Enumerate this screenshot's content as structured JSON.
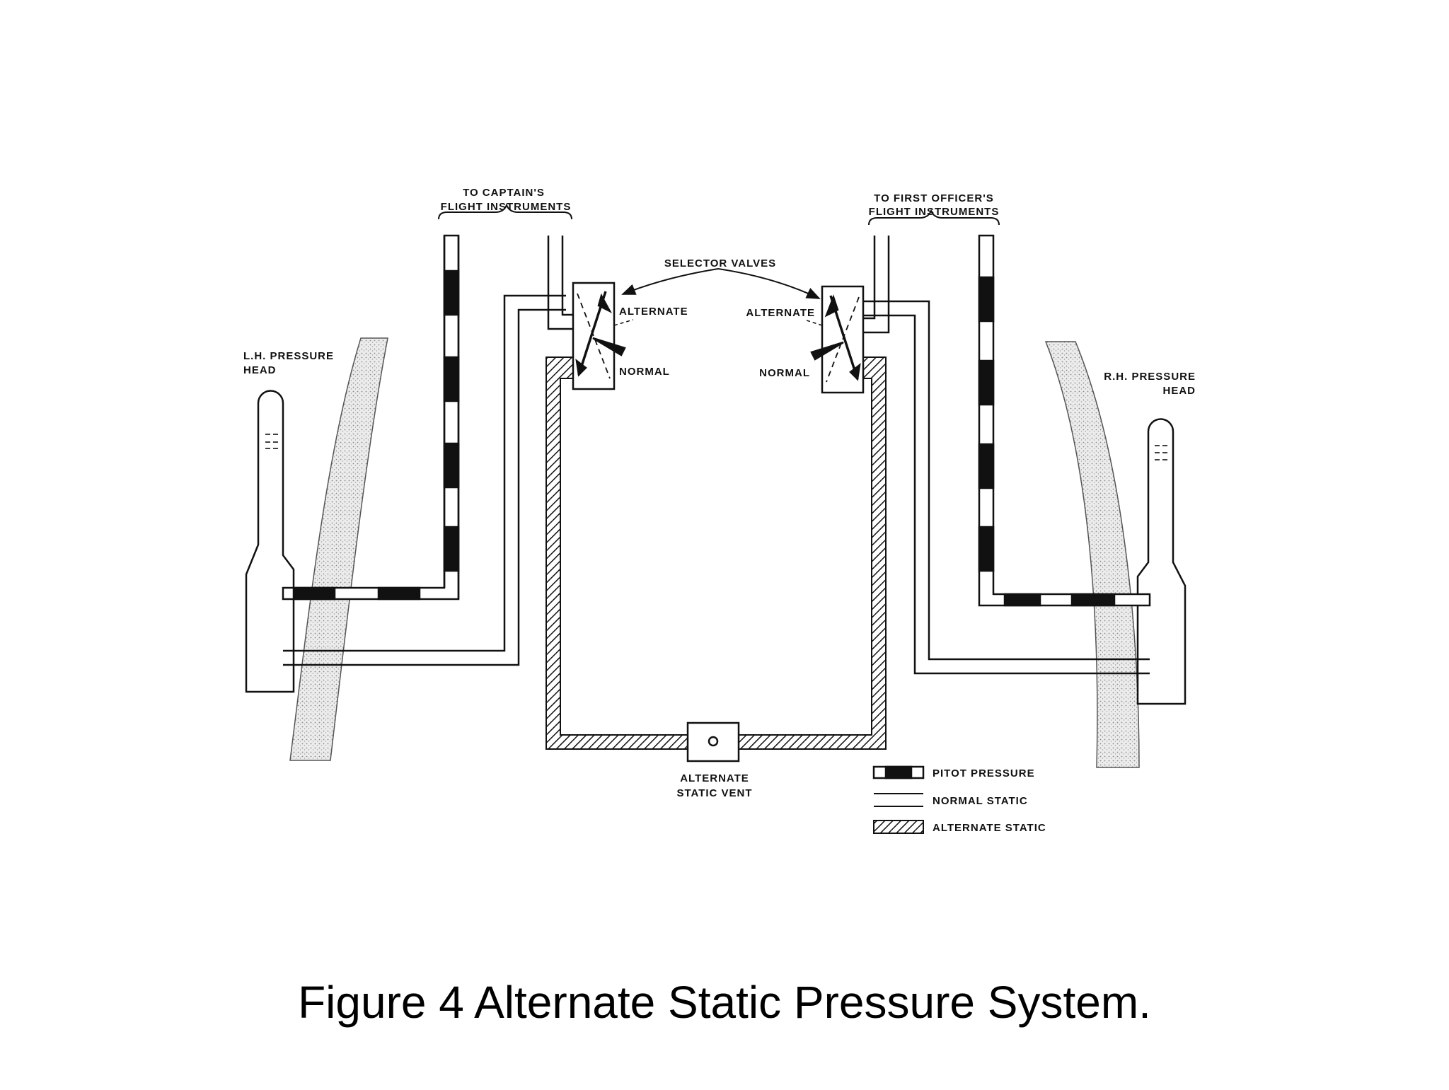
{
  "labels": {
    "captain_top": "TO CAPTAIN'S",
    "captain_bottom": "FLIGHT INSTRUMENTS",
    "fo_top": "TO FIRST OFFICER'S",
    "fo_bottom": "FLIGHT INSTRUMENTS",
    "selector_valves": "SELECTOR VALVES",
    "alternate_left": "ALTERNATE",
    "alternate_right": "ALTERNATE",
    "normal_left": "NORMAL",
    "normal_right": "NORMAL",
    "lh_head_top": "L.H. PRESSURE",
    "lh_head_bottom": "HEAD",
    "rh_head_top": "R.H. PRESSURE",
    "rh_head_bottom": "HEAD",
    "alt_vent_top": "ALTERNATE",
    "alt_vent_bottom": "STATIC VENT"
  },
  "legend": [
    {
      "key": "pitot",
      "label": "PITOT PRESSURE"
    },
    {
      "key": "normal",
      "label": "NORMAL STATIC"
    },
    {
      "key": "alternate",
      "label": "ALTERNATE STATIC"
    }
  ],
  "caption": "Figure 4 Alternate Static Pressure System.",
  "colors": {
    "ink": "#111111",
    "stipple": "#bdbdbd",
    "background": "#ffffff"
  }
}
